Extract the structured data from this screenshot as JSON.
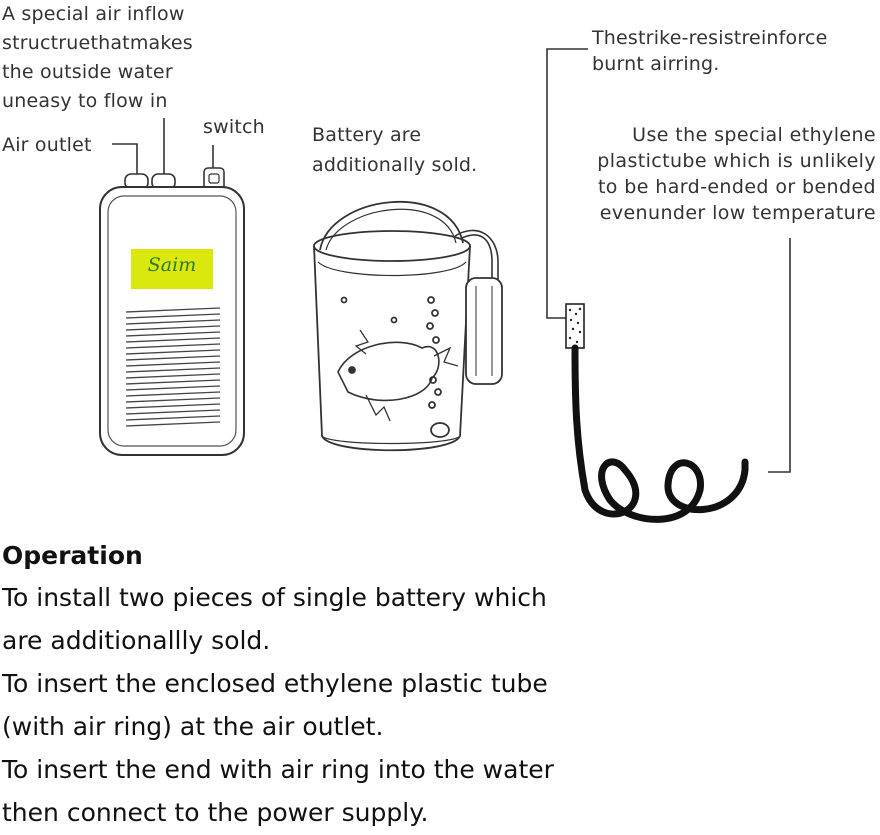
{
  "labels": {
    "air_inflow": [
      "A special air inflow",
      "structruethatmakes",
      "the outside water",
      "uneasy to flow in"
    ],
    "air_outlet": "Air outlet",
    "switch": "switch",
    "battery": [
      "Battery are",
      "additionally sold."
    ],
    "strike": [
      "Thestrike-resistreinforce",
      "burnt airring."
    ],
    "tube": [
      "Use the special ethylene",
      "plastictube which is unlikely",
      "to be hard-ended or bended",
      "evenunder low temperature"
    ],
    "brand_logo": "Saim"
  },
  "operation": {
    "heading": "Operation",
    "lines": [
      "To install two pieces of single battery which",
      "are additionallly sold.",
      "To insert the enclosed ethylene plastic tube",
      "(with air ring) at the air outlet.",
      "To insert the end with air ring into the water",
      "then connect to the power supply."
    ]
  },
  "colors": {
    "line": "#333333",
    "logo_background": "#dbe80e",
    "logo_text": "#2e7a2a",
    "tube": "#111111"
  }
}
